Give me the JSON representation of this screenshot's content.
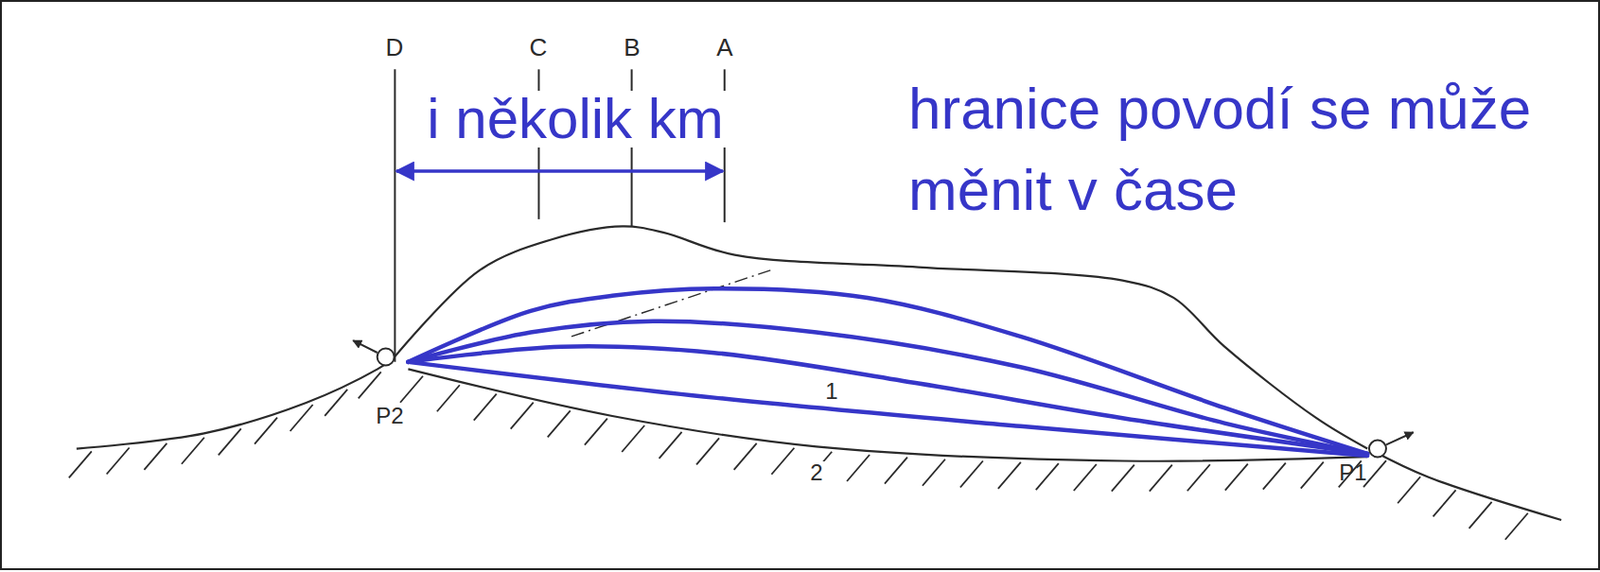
{
  "diagram": {
    "labels": [
      "D",
      "C",
      "B",
      "A",
      "i několik km",
      "hranice povodí se může měnit v čase",
      "P2",
      "1",
      "2",
      "P1"
    ]
  }
}
